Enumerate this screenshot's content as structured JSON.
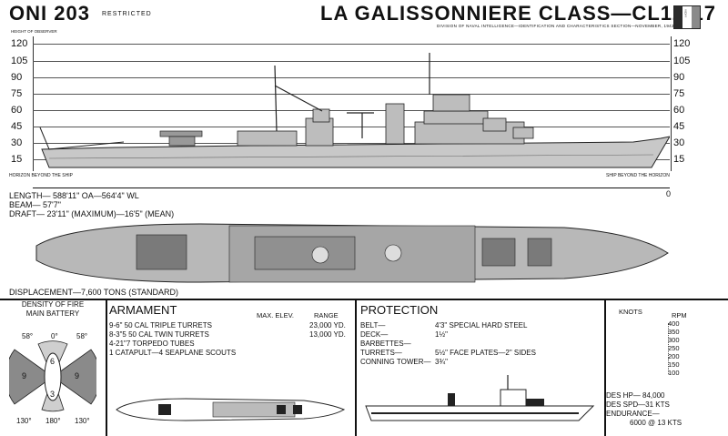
{
  "header": {
    "left_title": "ONI 203",
    "restricted": "RESTRICTED",
    "title": "LA GALISSONNIERE CLASS—CL12-17",
    "subtitle": "DIVISION OF NAVAL INTELLIGENCE—IDENTIFICATION AND CHARACTERISTICS SECTION—NOVEMBER, 1942",
    "height_label": "HEIGHT OF OBSERVER",
    "flag_text": "VICHY",
    "flag_colors": [
      "#2a2a2a",
      "#ffffff",
      "#8a8a8a"
    ]
  },
  "profile": {
    "scale_values": [
      "120",
      "105",
      "90",
      "75",
      "60",
      "45",
      "30",
      "15"
    ],
    "horizon_left": "HORIZON BEYOND THE SHIP",
    "horizon_right": "SHIP BEYOND THE HORIZON",
    "zero_label": "0"
  },
  "dimensions": {
    "length": "LENGTH— 588'11\" OA—564'4\" WL",
    "beam": "BEAM— 57'7\"",
    "draft": "DRAFT— 23'11\" (MAXIMUM)—16'5\" (MEAN)",
    "displacement": "DISPLACEMENT—7,600 TONS (STANDARD)"
  },
  "density": {
    "title_line1": "DENSITY OF FIRE",
    "title_line2": "MAIN BATTERY",
    "angles_top": [
      "58°",
      "0°",
      "58°"
    ],
    "angles_bottom": [
      "130°",
      "180°",
      "130°"
    ],
    "sector_values": [
      "9",
      "6",
      "9",
      "3"
    ]
  },
  "armament": {
    "title": "ARMAMENT",
    "col_elev": "MAX. ELEV.",
    "col_range": "RANGE",
    "rows": [
      {
        "desc": "9-6\"   50 CAL TRIPLE TURRETS",
        "range": "23,000 YD."
      },
      {
        "desc": "8-3\"5  50 CAL TWIN TURRETS",
        "range": "13,000 YD."
      },
      {
        "desc": "4-21\"7 TORPEDO TUBES",
        "range": ""
      },
      {
        "desc": "1 CATAPULT—4 SEAPLANE SCOUTS",
        "range": ""
      }
    ]
  },
  "protection": {
    "title": "PROTECTION",
    "rows": [
      {
        "label": "BELT—",
        "value": "4'3\" SPECIAL HARD STEEL"
      },
      {
        "label": "DECK—",
        "value": "1½\""
      },
      {
        "label": "BARBETTES—",
        "value": ""
      },
      {
        "label": "TURRETS—",
        "value": "5½\" FACE PLATES—2\" SIDES"
      },
      {
        "label": "CONNING TOWER—",
        "value": "3¾\""
      }
    ]
  },
  "speed": {
    "knots_label": "KNOTS",
    "rpm_label": "RPM",
    "rpm_values": [
      "400",
      "350",
      "300",
      "250",
      "200",
      "150",
      "100"
    ],
    "des_hp": "DES HP— 84,000",
    "des_spd": "DES SPD—31 KTS",
    "endurance_label": "ENDURANCE—",
    "endurance_value": "6000 @ 13 KTS"
  }
}
